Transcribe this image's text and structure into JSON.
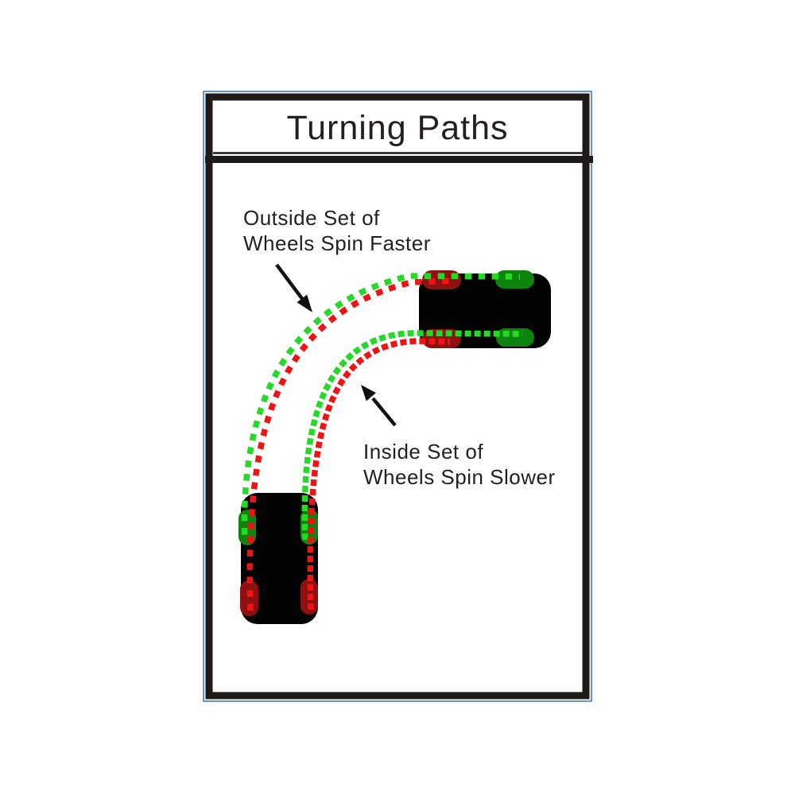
{
  "title": "Turning Paths",
  "annotations": {
    "outside": {
      "line1": "Outside Set of",
      "line2": "Wheels Spin Faster"
    },
    "inside": {
      "line1": "Inside Set of",
      "line2": "Wheels Spin Slower"
    }
  },
  "cars": [
    {
      "name": "car-end-of-turn",
      "orientation": "facing-right",
      "wheels": [
        {
          "position": "rear-top",
          "color": "red"
        },
        {
          "position": "front-top",
          "color": "green"
        },
        {
          "position": "rear-bottom",
          "color": "red"
        },
        {
          "position": "front-bottom",
          "color": "green"
        }
      ]
    },
    {
      "name": "car-start-of-turn",
      "orientation": "facing-up",
      "wheels": [
        {
          "position": "front-left",
          "color": "green"
        },
        {
          "position": "front-right",
          "color": "green"
        },
        {
          "position": "rear-left",
          "color": "red"
        },
        {
          "position": "rear-right",
          "color": "red"
        }
      ]
    }
  ],
  "paths": [
    {
      "name": "outside-wheels-path",
      "dash_colors": [
        "green",
        "red"
      ],
      "dash_style": "staggered"
    },
    {
      "name": "inside-wheels-path",
      "dash_colors": [
        "green",
        "red"
      ],
      "dash_style": "tight-ribbon"
    }
  ],
  "colors": {
    "background": "#ffffff",
    "frame": "#1e1a1a",
    "page_outline": "#2e75b6",
    "text": "#231f20",
    "car_body": "#030303",
    "wheel_red": "#8e1010",
    "wheel_green": "#0e830e",
    "path_red": "#ee1414",
    "path_green": "#27d927",
    "arrow": "#111111"
  }
}
